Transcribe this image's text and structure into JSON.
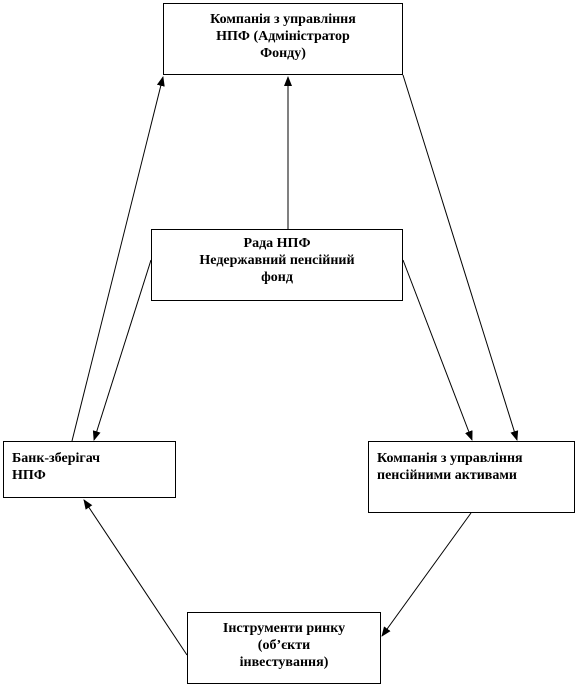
{
  "diagram": {
    "nodes": {
      "admin": {
        "lines": [
          "Компанія з управління",
          "НПФ (Адміністратор",
          "Фонду)"
        ]
      },
      "council": {
        "lines": [
          "Рада НПФ",
          "Недержавний пенсійний",
          "фонд"
        ]
      },
      "bank": {
        "lines": [
          "Банк-зберігач",
          "НПФ"
        ]
      },
      "asset": {
        "lines": [
          "Компанія з управління",
          "пенсійними активами"
        ]
      },
      "market": {
        "lines": [
          "Інструменти ринку",
          "(об’єкти",
          "інвестування)"
        ]
      }
    },
    "edges": [
      {
        "from": "council",
        "to": "admin"
      },
      {
        "from": "bank",
        "to": "admin"
      },
      {
        "from": "admin",
        "to": "asset"
      },
      {
        "from": "council",
        "to": "bank"
      },
      {
        "from": "council",
        "to": "asset"
      },
      {
        "from": "asset",
        "to": "market"
      },
      {
        "from": "market",
        "to": "bank"
      }
    ]
  }
}
